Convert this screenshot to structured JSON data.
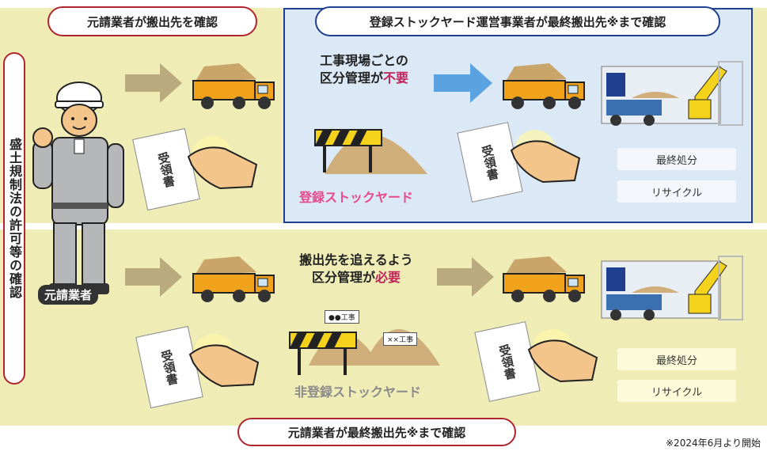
{
  "top": {
    "left_title": "元請業者が搬出先を確認",
    "right_title": "登録ストックヤード運営事業者が最終搬出先※まで確認",
    "caption_line1": "工事現場ごとの",
    "caption_line2_pre": "区分管理が",
    "caption_line2_hl": "不要",
    "stockyard_label": "登録ストックヤード",
    "box_final": "最終処分",
    "box_recycle": "リサイクル"
  },
  "bottom": {
    "caption_line1": "搬出先を追えるよう",
    "caption_line2_pre": "区分管理が",
    "caption_line2_hl": "必要",
    "stockyard_label": "非登録ストックヤード",
    "tag1": "●●工事",
    "tag2": "××工事",
    "box_final": "最終処分",
    "box_recycle": "リサイクル",
    "bottom_title": "元請業者が最終搬出先※まで確認"
  },
  "side_label": "盛土規制法の許可等の確認",
  "worker_label": "元請業者",
  "receipt_text": "受領書",
  "footnote": "※2024年6月より開始",
  "colors": {
    "yellow_bg": "#efecb6",
    "blue_bg": "#dbe8f5",
    "blue_border": "#1f3f8f",
    "red_border": "#b0262f",
    "accent_pink": "#e94a8c"
  },
  "icons": [
    "worker-icon",
    "arrow-icon",
    "dump-truck-icon",
    "receipt-icon",
    "hand-icon",
    "barrier-icon",
    "soil-pile-icon",
    "facility-icon",
    "excavator-icon"
  ]
}
